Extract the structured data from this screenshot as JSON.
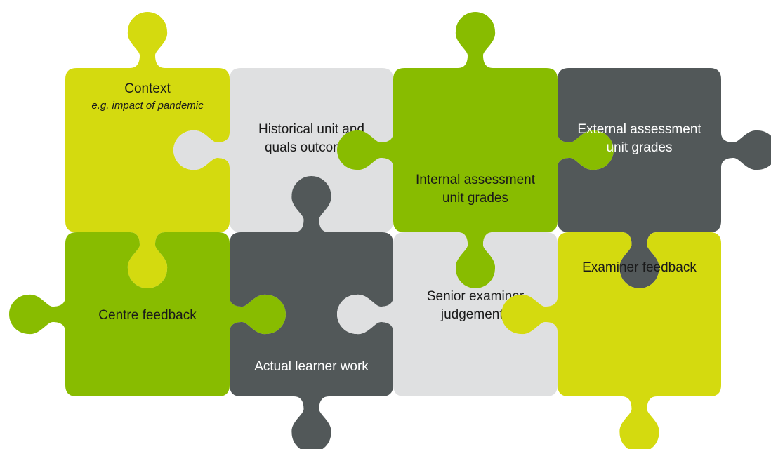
{
  "colors": {
    "lime": "#D4DA0F",
    "green": "#88BC00",
    "light_grey": "#DFE0E1",
    "dark_grey": "#525859",
    "text_dark": "#1A1A1A",
    "text_light": "#FFFFFF"
  },
  "pieces": [
    {
      "id": "context",
      "color": "lime",
      "lines": [
        "Context"
      ],
      "sub": "e.g. impact of pandemic"
    },
    {
      "id": "historical-outcomes",
      "color": "light_grey",
      "lines": [
        "Historical unit and",
        "quals outcomes"
      ]
    },
    {
      "id": "internal-assessment",
      "color": "green",
      "lines": [
        "Internal assessment",
        "unit grades"
      ]
    },
    {
      "id": "external-assessment",
      "color": "dark_grey",
      "lines": [
        "External assessment",
        "unit grades"
      ]
    },
    {
      "id": "centre-feedback",
      "color": "green",
      "lines": [
        "Centre feedback"
      ]
    },
    {
      "id": "actual-learner-work",
      "color": "dark_grey",
      "lines": [
        "Actual learner work"
      ]
    },
    {
      "id": "senior-examiner",
      "color": "light_grey",
      "lines": [
        "Senior examiner",
        "judgements"
      ]
    },
    {
      "id": "examiner-feedback",
      "color": "lime",
      "lines": [
        "Examiner feedback"
      ]
    }
  ]
}
